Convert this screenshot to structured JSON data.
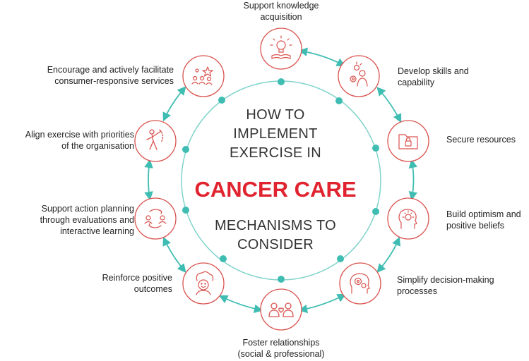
{
  "center": {
    "heading_lines": [
      "HOW TO",
      "IMPLEMENT",
      "EXERCISE IN"
    ],
    "highlight": "CANCER CARE",
    "footer_lines": [
      "MECHANISMS  TO",
      "CONSIDER"
    ]
  },
  "mechanisms": [
    {
      "label_lines": [
        "Support knowledge",
        "acquisition"
      ],
      "icon": "lightbulb-book-icon"
    },
    {
      "label_lines": [
        "Develop skills and",
        "capability"
      ],
      "icon": "person-gears-icon"
    },
    {
      "label_lines": [
        "Secure resources"
      ],
      "icon": "folder-lock-icon"
    },
    {
      "label_lines": [
        "Build optimism and",
        "positive beliefs"
      ],
      "icon": "head-sun-icon"
    },
    {
      "label_lines": [
        "Simplify decision-making",
        "processes"
      ],
      "icon": "head-gears-icon"
    },
    {
      "label_lines": [
        "Foster relationships",
        "(social & professional)"
      ],
      "icon": "people-heart-icon"
    },
    {
      "label_lines": [
        "Reinforce positive",
        "outcomes"
      ],
      "icon": "head-smile-icon"
    },
    {
      "label_lines": [
        "Support action planning",
        "through evaluations and",
        "interactive learning"
      ],
      "icon": "cycle-people-icon"
    },
    {
      "label_lines": [
        "Align exercise with priorities",
        "of the organisation"
      ],
      "icon": "person-stretch-icon"
    },
    {
      "label_lines": [
        "Encourage and actively facilitate",
        "consumer-responsive services"
      ],
      "icon": "people-star-icon"
    }
  ],
  "colors": {
    "accent_red": "#e0232f",
    "ring_teal": "#3fbdb2",
    "icon_red": "#d9534f"
  }
}
